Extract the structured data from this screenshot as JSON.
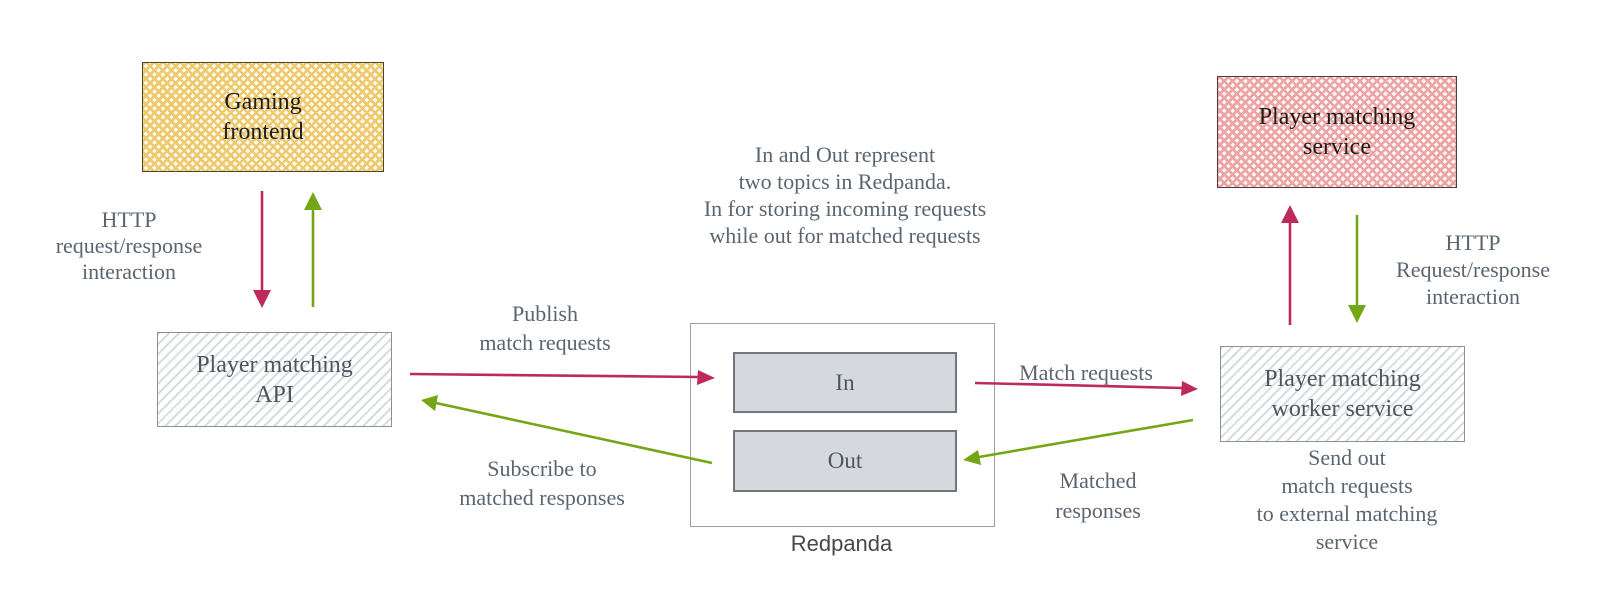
{
  "colors": {
    "arrow_red": "#bf2a5c",
    "arrow_green": "#74a616",
    "yellow_hatch": "#eec96e",
    "pink_hatch": "#eda4a4",
    "gray_hatch": "#d9dcdf",
    "topic_fill": "#d5d9dd",
    "annotation_text": "#5b6570",
    "box_text": "#4d565e",
    "black_text": "#1f1d1a",
    "redpanda_label": "#45494e"
  },
  "nodes": {
    "gaming_frontend": {
      "lines": [
        "Gaming",
        "frontend"
      ]
    },
    "player_api": {
      "lines": [
        "Player matching",
        "API"
      ]
    },
    "worker_service": {
      "lines": [
        "Player matching",
        "worker service"
      ]
    },
    "matching_service": {
      "lines": [
        "Player matching",
        "service"
      ]
    },
    "redpanda": {
      "label": "Redpanda",
      "topics": [
        "In",
        "Out"
      ]
    }
  },
  "annotations": {
    "http_left": {
      "lines": [
        "HTTP",
        "request/response",
        "interaction"
      ]
    },
    "redpanda_note": {
      "lines": [
        "In and Out represent",
        "two topics in Redpanda.",
        "In for storing incoming requests",
        "while out for matched requests"
      ]
    },
    "publish": {
      "lines": [
        "Publish",
        "match requests"
      ]
    },
    "subscribe": {
      "lines": [
        "Subscribe to",
        "matched responses"
      ]
    },
    "match_requests": {
      "lines": [
        "Match requests"
      ]
    },
    "matched_responses": {
      "lines": [
        "Matched",
        "responses"
      ]
    },
    "send_out": {
      "lines": [
        "Send out",
        "match requests",
        "to external matching",
        "service"
      ]
    },
    "http_right": {
      "lines": [
        "HTTP",
        "Request/response",
        "interaction"
      ]
    }
  }
}
